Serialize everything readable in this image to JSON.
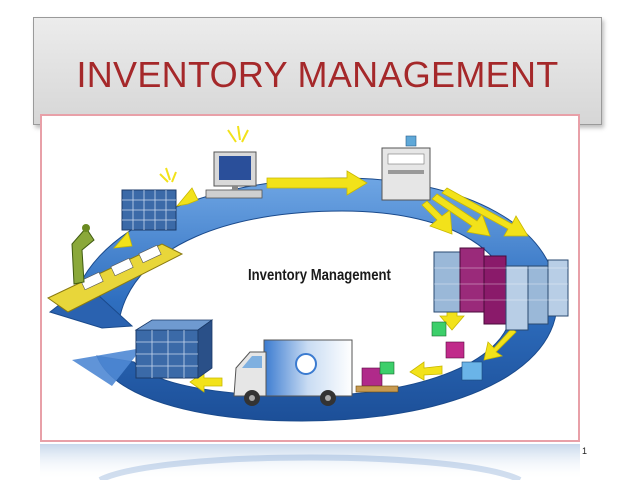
{
  "slide": {
    "title": "INVENTORY MANAGEMENT",
    "page_number": "1"
  },
  "diagram": {
    "center_label": "Inventory Management",
    "colors": {
      "title_text": "#a5282a",
      "ring_blue": "#2f6fc0",
      "flow_arrows": "#f2e21a",
      "frame_border": "#e8a0a8"
    },
    "icons": [
      "robot-assembly-line-icon",
      "storage-rack-icon",
      "computer-terminal-icon",
      "printer-icon",
      "warehouse-shelves-icon",
      "boxes-icon",
      "delivery-truck-icon",
      "storage-cabinet-icon"
    ]
  }
}
